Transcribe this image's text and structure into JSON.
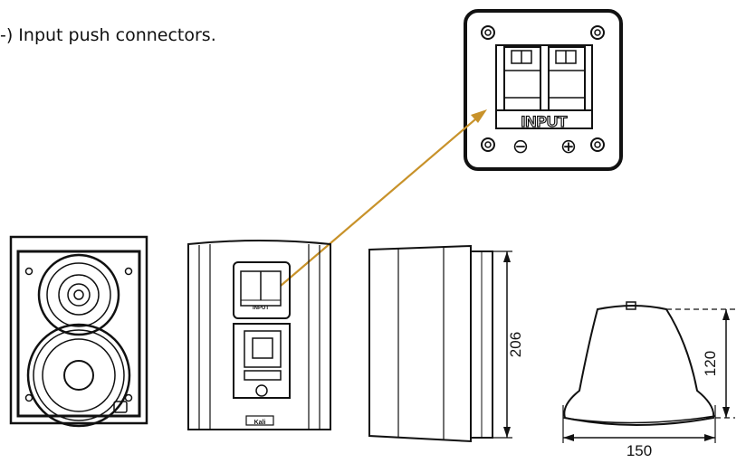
{
  "caption": "-) Input push connectors.",
  "inset": {
    "label": "INPUT",
    "minus_symbol": "⊖",
    "plus_symbol": "⊕"
  },
  "rear_view": {
    "small_label": "INPUT",
    "brand_mark": "Kali"
  },
  "dimensions": {
    "height": "206",
    "depth": "120",
    "width": "150"
  },
  "colors": {
    "arrow": "#c8922a",
    "line": "#111111"
  }
}
